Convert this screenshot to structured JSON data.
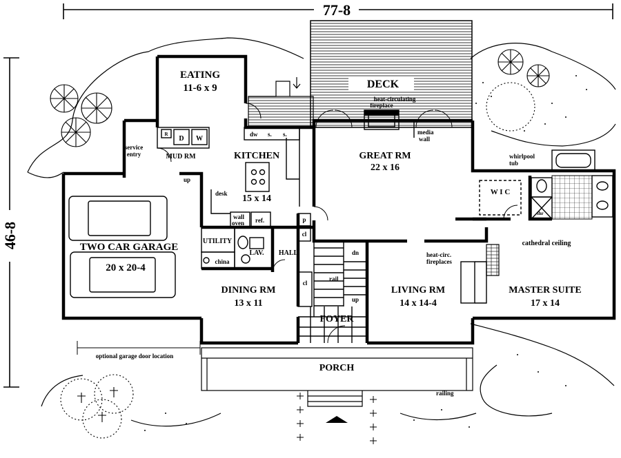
{
  "dimensions": {
    "width_label": "77-8",
    "depth_label": "46-8"
  },
  "rooms": {
    "deck": "DECK",
    "eating": "EATING",
    "eating_size": "11-6 x 9",
    "kitchen": "KITCHEN",
    "kitchen_size": "15 x 14",
    "great_rm": "GREAT RM",
    "great_rm_size": "22 x 16",
    "garage": "TWO CAR GARAGE",
    "garage_size": "20 x 20-4",
    "dining_rm": "DINING RM",
    "dining_rm_size": "13 x 11",
    "living_rm": "LIVING RM",
    "living_rm_size": "14 x 14-4",
    "master_suite": "MASTER SUITE",
    "master_suite_size": "17 x 14",
    "foyer": "FOYER",
    "porch": "PORCH",
    "mud_rm": "MUD RM",
    "utility": "UTILITY",
    "lav": "LAV.",
    "hall": "HALL",
    "wic": "W I C"
  },
  "labels": {
    "service_entry_1": "service",
    "service_entry_2": "entry",
    "heat_fireplace_1": "heat-circulating",
    "heat_fireplace_2": "fireplace",
    "media_1": "media",
    "media_2": "wall",
    "whirlpool_1": "whirlpool",
    "whirlpool_2": "tub",
    "cathedral": "cathedral ceiling",
    "heat_circ_1": "heat-circ.",
    "heat_circ_2": "fireplaces",
    "desk": "desk",
    "wall_oven_1": "wall",
    "wall_oven_2": "oven",
    "ref": "ref.",
    "dw": "dw",
    "s1": "s.",
    "s2": "s.",
    "d": "D",
    "w": "W",
    "r": "R",
    "p": "p",
    "cl1": "cl",
    "cl2": "cl",
    "china": "china",
    "shr": "shr",
    "up1": "up",
    "up2": "up",
    "dn": "dn",
    "rail": "rail",
    "garage_door": "optional garage door location",
    "railing": "railing"
  }
}
